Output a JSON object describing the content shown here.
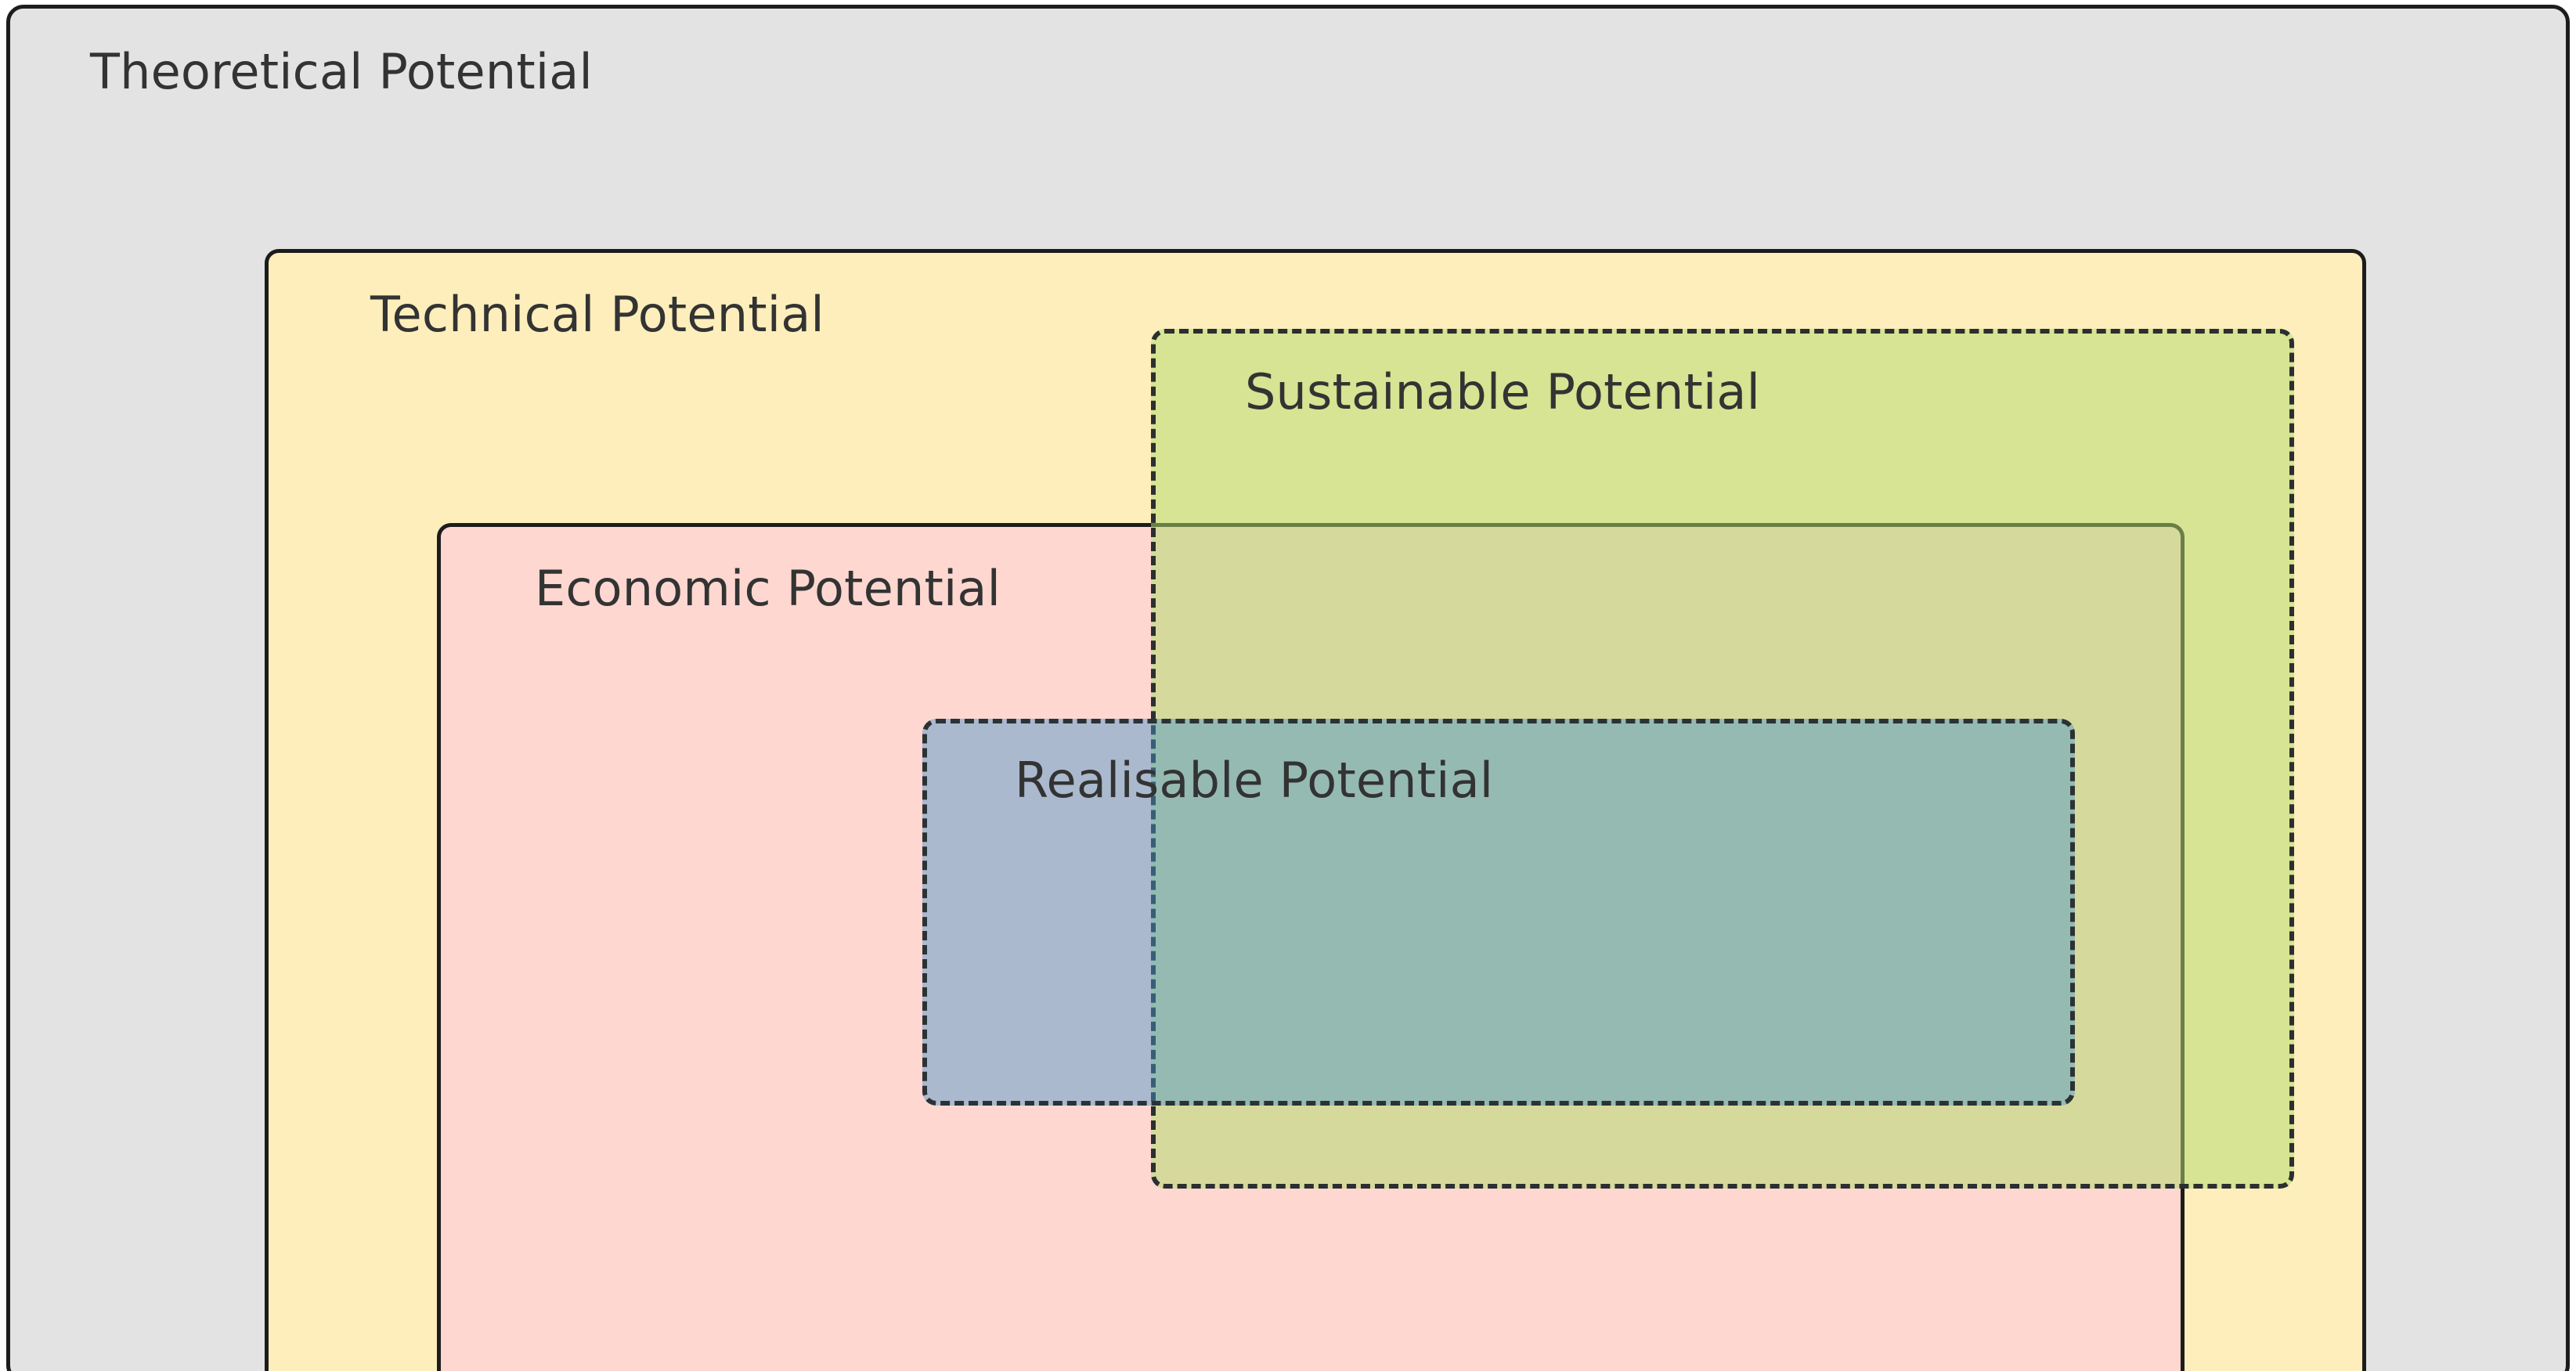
{
  "diagram": {
    "type": "nested-set-diagram",
    "title_visible": false,
    "levels": [
      {
        "id": "theoretical",
        "label": "Theoretical Potential",
        "fill": "#e3e3e3",
        "border_style": "solid",
        "border_color": "#1c1c1c",
        "nesting_level": 1
      },
      {
        "id": "technical",
        "label": "Technical Potential",
        "fill": "#fdeebc",
        "border_style": "solid",
        "border_color": "#1c1c1c",
        "nesting_level": 2
      },
      {
        "id": "sustainable",
        "label": "Sustainable Potential",
        "fill": "#d5e8ab",
        "border_style": "dashed",
        "border_color": "#2b2f2f",
        "nesting_level": 3
      },
      {
        "id": "economic",
        "label": "Economic Potential",
        "fill": "#fdd7d0",
        "border_style": "solid",
        "border_color": "#1c1c1c",
        "nesting_level": 3
      },
      {
        "id": "realisable",
        "label": "Realisable Potential",
        "fill": "#9ac0dc",
        "overlap_fill": "#87c6c9",
        "border_style": "dashed",
        "border_color": "#2b3236",
        "nesting_level": 4
      }
    ],
    "text_color": "#333333",
    "background": "#ffffff"
  }
}
